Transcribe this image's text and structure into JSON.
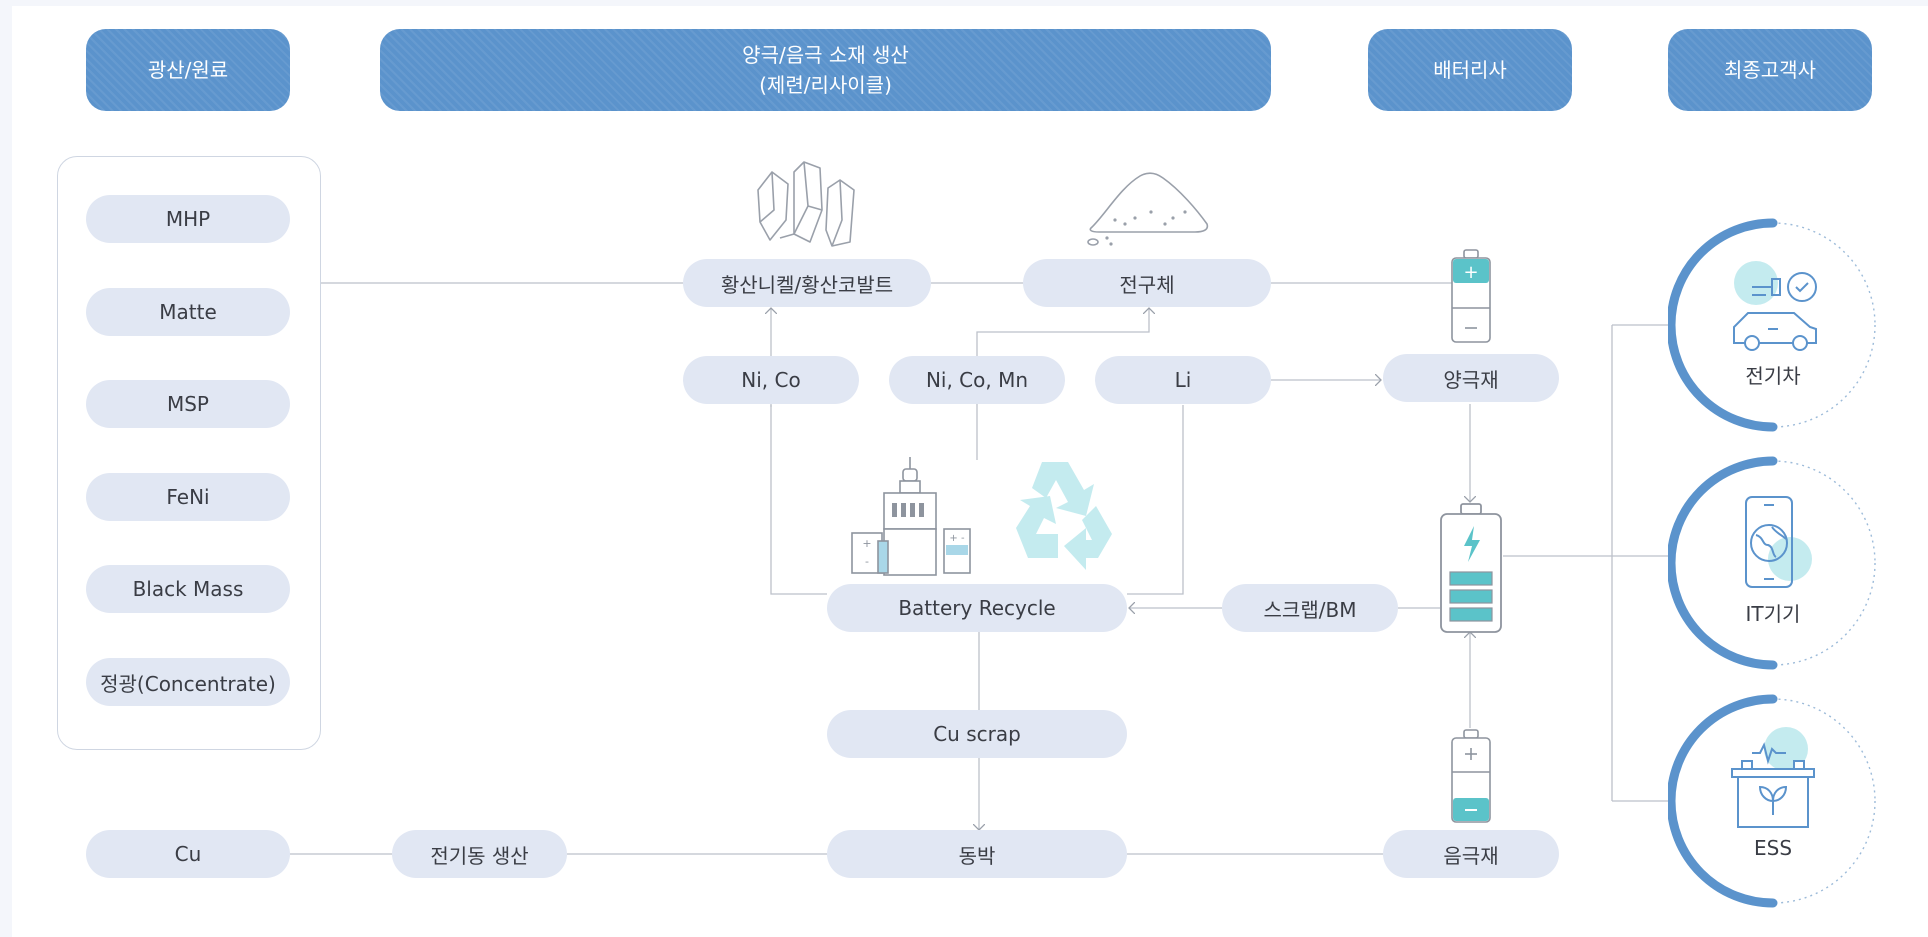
{
  "headers": {
    "mining": "광산/원료",
    "material_line1": "양극/음극 소재 생산",
    "material_line2": "(제련/리사이클)",
    "battery": "배터리사",
    "customer": "최종고객사"
  },
  "raw_materials": [
    "MHP",
    "Matte",
    "MSP",
    "FeNi",
    "Black Mass",
    "정광(Concentrate)"
  ],
  "nodes": {
    "sulfate": "황산니켈/황산코발트",
    "precursor": "전구체",
    "ni_co": "Ni, Co",
    "ni_co_mn": "Ni, Co, Mn",
    "li": "Li",
    "cathode": "양극재",
    "recycle": "Battery Recycle",
    "scrap": "스크랩/BM",
    "cu_scrap": "Cu scrap",
    "cu": "Cu",
    "electro_cu": "전기동 생산",
    "copper_foil": "동박",
    "anode": "음극재"
  },
  "customers": {
    "ev": "전기차",
    "it": "IT기기",
    "ess": "ESS"
  },
  "colors": {
    "header": "#5b93cc",
    "pill": "#e1e7f3",
    "line": "#b9bec8",
    "teal": "#5bc3c9",
    "light_teal": "#c4ebef",
    "ring": "#5b93cc"
  }
}
